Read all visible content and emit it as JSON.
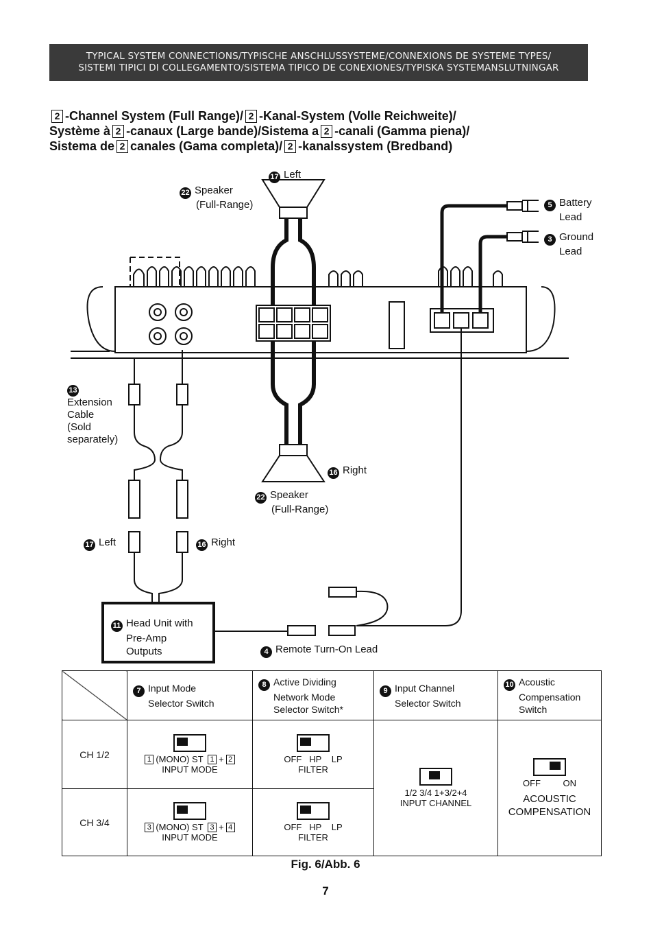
{
  "banner": {
    "line1": "TYPICAL SYSTEM CONNECTIONS/TYPISCHE ANSCHLUSSYSTEME/CONNEXIONS DE SYSTEME TYPES/",
    "line2": "SISTEMI TIPICI DI COLLEGAMENTO/SISTEMA TIPICO DE CONEXIONES/TYPISKA SYSTEMANSLUTNINGAR"
  },
  "heading": {
    "num": "2",
    "l1a": "-Channel System (Full Range)/",
    "l1b": "-Kanal-System (Volle Reichweite)/",
    "l2a": "Système à",
    "l2b": "-canaux (Large bande)/Sistema a",
    "l2c": "-canali (Gamma piena)/",
    "l3a": "Sistema de",
    "l3b": "canales (Gama completa)/",
    "l3c": "-kanalssystem (Bredband)"
  },
  "callouts": {
    "left_num": "17",
    "left": "Left",
    "speaker_num": "22",
    "speaker": "Speaker",
    "speaker_sub": "(Full-Range)",
    "battery_num": "5",
    "battery": "Battery",
    "battery_sub": "Lead",
    "ground_num": "3",
    "ground": "Ground",
    "ground_sub": "Lead",
    "ext_num": "13",
    "ext1": "Extension",
    "ext2": "Cable",
    "ext3": "(Sold",
    "ext4": "separately)",
    "right_num": "16",
    "right": "Right",
    "speaker2_num": "22",
    "speaker2": "Speaker",
    "speaker2_sub": "(Full-Range)",
    "left2_num": "17",
    "left2": "Left",
    "right2_num": "16",
    "right2": "Right",
    "head_num": "11",
    "head1": "Head Unit with",
    "head2": "Pre-Amp",
    "head3": "Outputs",
    "remote_num": "4",
    "remote": "Remote Turn-On Lead"
  },
  "table": {
    "h1_num": "7",
    "h1": "Input Mode",
    "h1b": "Selector Switch",
    "h2_num": "8",
    "h2": "Active Dividing",
    "h2b": "Network Mode",
    "h2c": "Selector Switch*",
    "h3_num": "9",
    "h3": "Input Channel",
    "h3b": "Selector Switch",
    "h4_num": "10",
    "h4": "Acoustic",
    "h4b": "Compensation",
    "h4c": "Switch",
    "row1": "CH 1/2",
    "row2": "CH 3/4",
    "im1_pos": "1",
    "im1_a": "(MONO) ST",
    "im1_b": "1",
    "im1_c": "2",
    "im1_cap": "INPUT MODE",
    "im2_a_num": "3",
    "im2_a": "(MONO) ST",
    "im2_b": "3",
    "im2_c": "4",
    "im2_cap": "INPUT MODE",
    "f_off": "OFF",
    "f_hp": "HP",
    "f_lp": "LP",
    "f_cap": "FILTER",
    "ic_cap": "INPUT CHANNEL",
    "ic_opts": "1/2  3/4  1+3/2+4",
    "ac_off": "OFF",
    "ac_on": "ON",
    "ac_cap1": "ACOUSTIC",
    "ac_cap2": "COMPENSATION"
  },
  "figure": "Fig. 6/Abb. 6",
  "page_number": "7"
}
